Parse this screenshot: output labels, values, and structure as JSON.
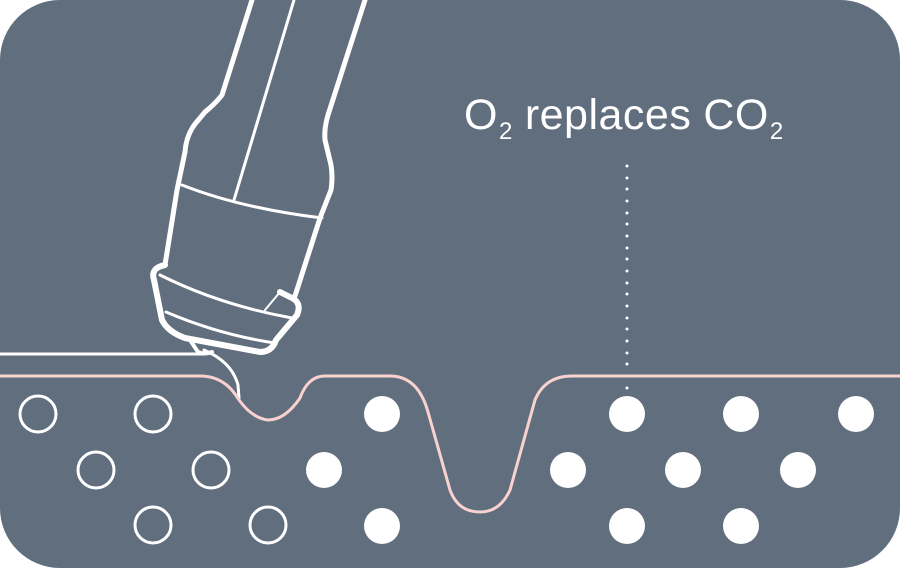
{
  "diagram": {
    "label": {
      "part1": "O",
      "sub1": "2",
      "part2": "replaces",
      "part3": "CO",
      "sub2": "2",
      "full_text": "O2 replaces CO2"
    },
    "colors": {
      "background": "#616e7e",
      "stroke": "#ffffff",
      "skin_line": "#f9d2cf"
    },
    "elements": {
      "nozzle": "device-nozzle applying to skin",
      "skin_surface": "skin surface line with depressions",
      "hollow_circles": "CO2 molecules (outlined)",
      "filled_circles": "O2 molecules (filled)",
      "pointer": "dotted leader line from label to molecule"
    }
  }
}
